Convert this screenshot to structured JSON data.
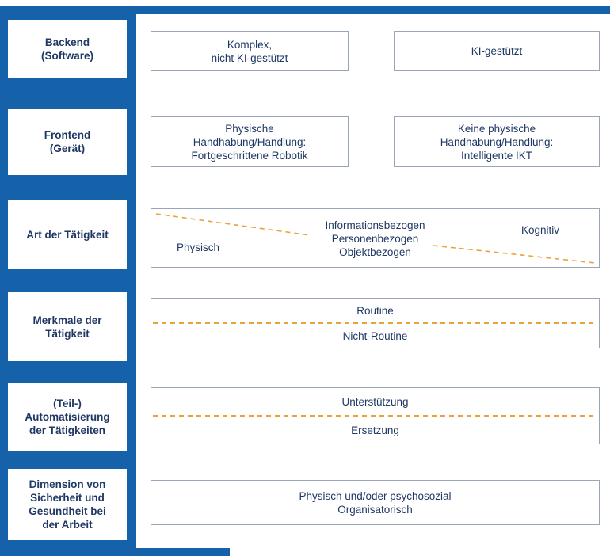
{
  "colors": {
    "frame": "#1562AB",
    "label_text": "#1F3864",
    "body_text": "#1F3864",
    "box_border": "#99A5B8",
    "dashed": "#EAA339"
  },
  "rows": [
    {
      "label_lines": [
        "Backend",
        "(Software)"
      ],
      "boxes": [
        {
          "lines": [
            "Komplex,",
            "nicht KI-gestützt"
          ]
        },
        {
          "lines": [
            "KI-gestützt"
          ]
        }
      ]
    },
    {
      "label_lines": [
        "Frontend",
        "(Gerät)"
      ],
      "boxes": [
        {
          "lines": [
            "Physische",
            "Handhabung/Handlung:",
            "Fortgeschrittene Robotik"
          ]
        },
        {
          "lines": [
            "Keine physische",
            "Handhabung/Handlung:",
            "Intelligente IKT"
          ]
        }
      ]
    },
    {
      "label_lines": [
        "Art der Tätigkeit"
      ],
      "left_text": "Physisch",
      "center_lines": [
        "Informationsbezogen",
        "Personenbezogen",
        "Objektbezogen"
      ],
      "right_text": "Kognitiv"
    },
    {
      "label_lines": [
        "Merkmale der",
        "Tätigkeit"
      ],
      "top_text": "Routine",
      "bottom_text": "Nicht-Routine"
    },
    {
      "label_lines": [
        "(Teil-)",
        "Automatisierung",
        "der Tätigkeiten"
      ],
      "top_text": "Unterstützung",
      "bottom_text": "Ersetzung"
    },
    {
      "label_lines": [
        "Dimension von",
        "Sicherheit und",
        "Gesundheit bei",
        "der Arbeit"
      ],
      "lines": [
        "Physisch und/oder psychosozial",
        "Organisatorisch"
      ]
    }
  ]
}
